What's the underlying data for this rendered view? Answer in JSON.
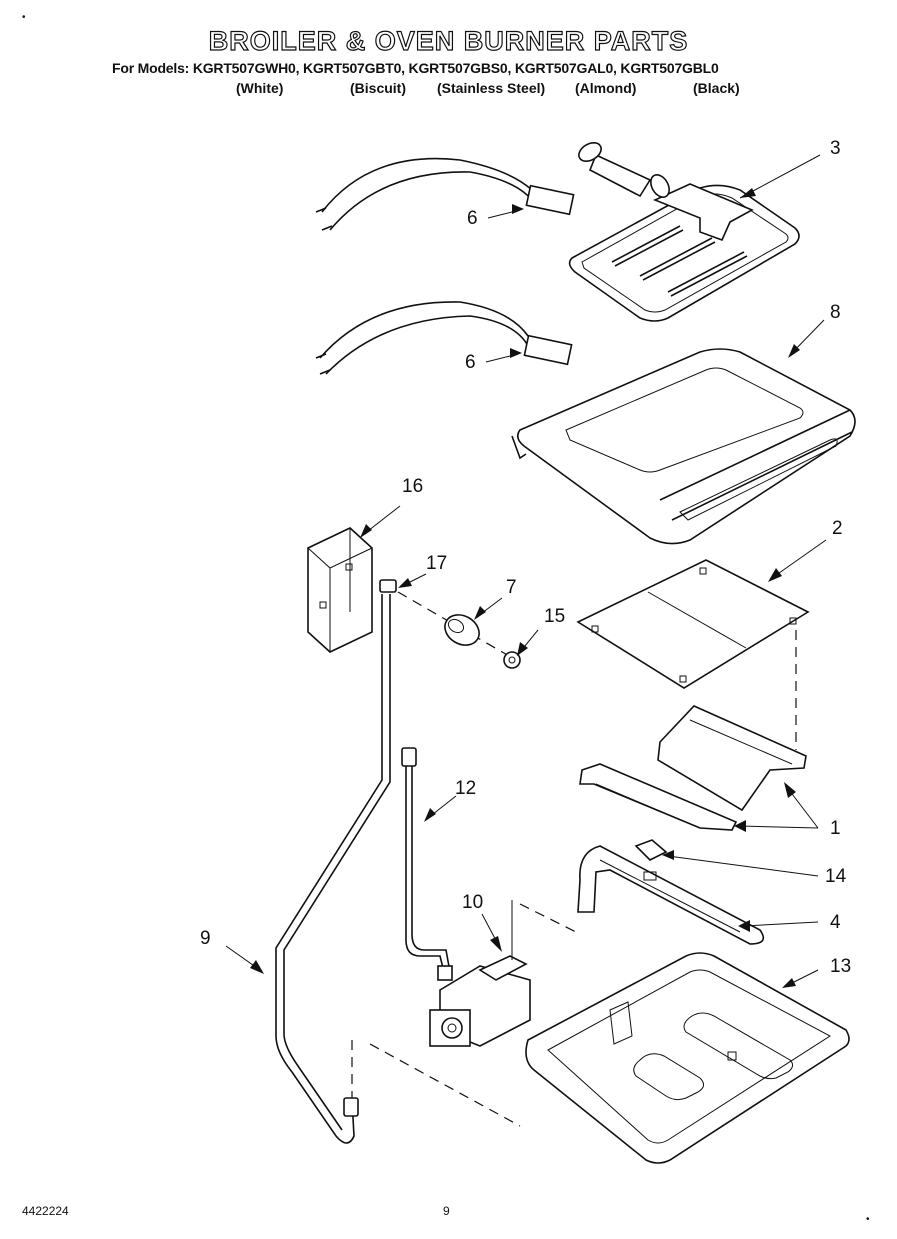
{
  "title": "BROILER & OVEN BURNER PARTS",
  "models_line": "For Models: KGRT507GWH0, KGRT507GBT0, KGRT507GBS0, KGRT507GAL0, KGRT507GBL0",
  "colors": [
    "(White)",
    "(Biscuit)",
    "(Stainless Steel)",
    "(Almond)",
    "(Black)"
  ],
  "callouts": [
    "3",
    "6",
    "8",
    "6",
    "16",
    "2",
    "17",
    "7",
    "15",
    "12",
    "1",
    "14",
    "10",
    "4",
    "9",
    "13"
  ],
  "footer": {
    "doc_number": "4422224",
    "page_number": "9"
  }
}
